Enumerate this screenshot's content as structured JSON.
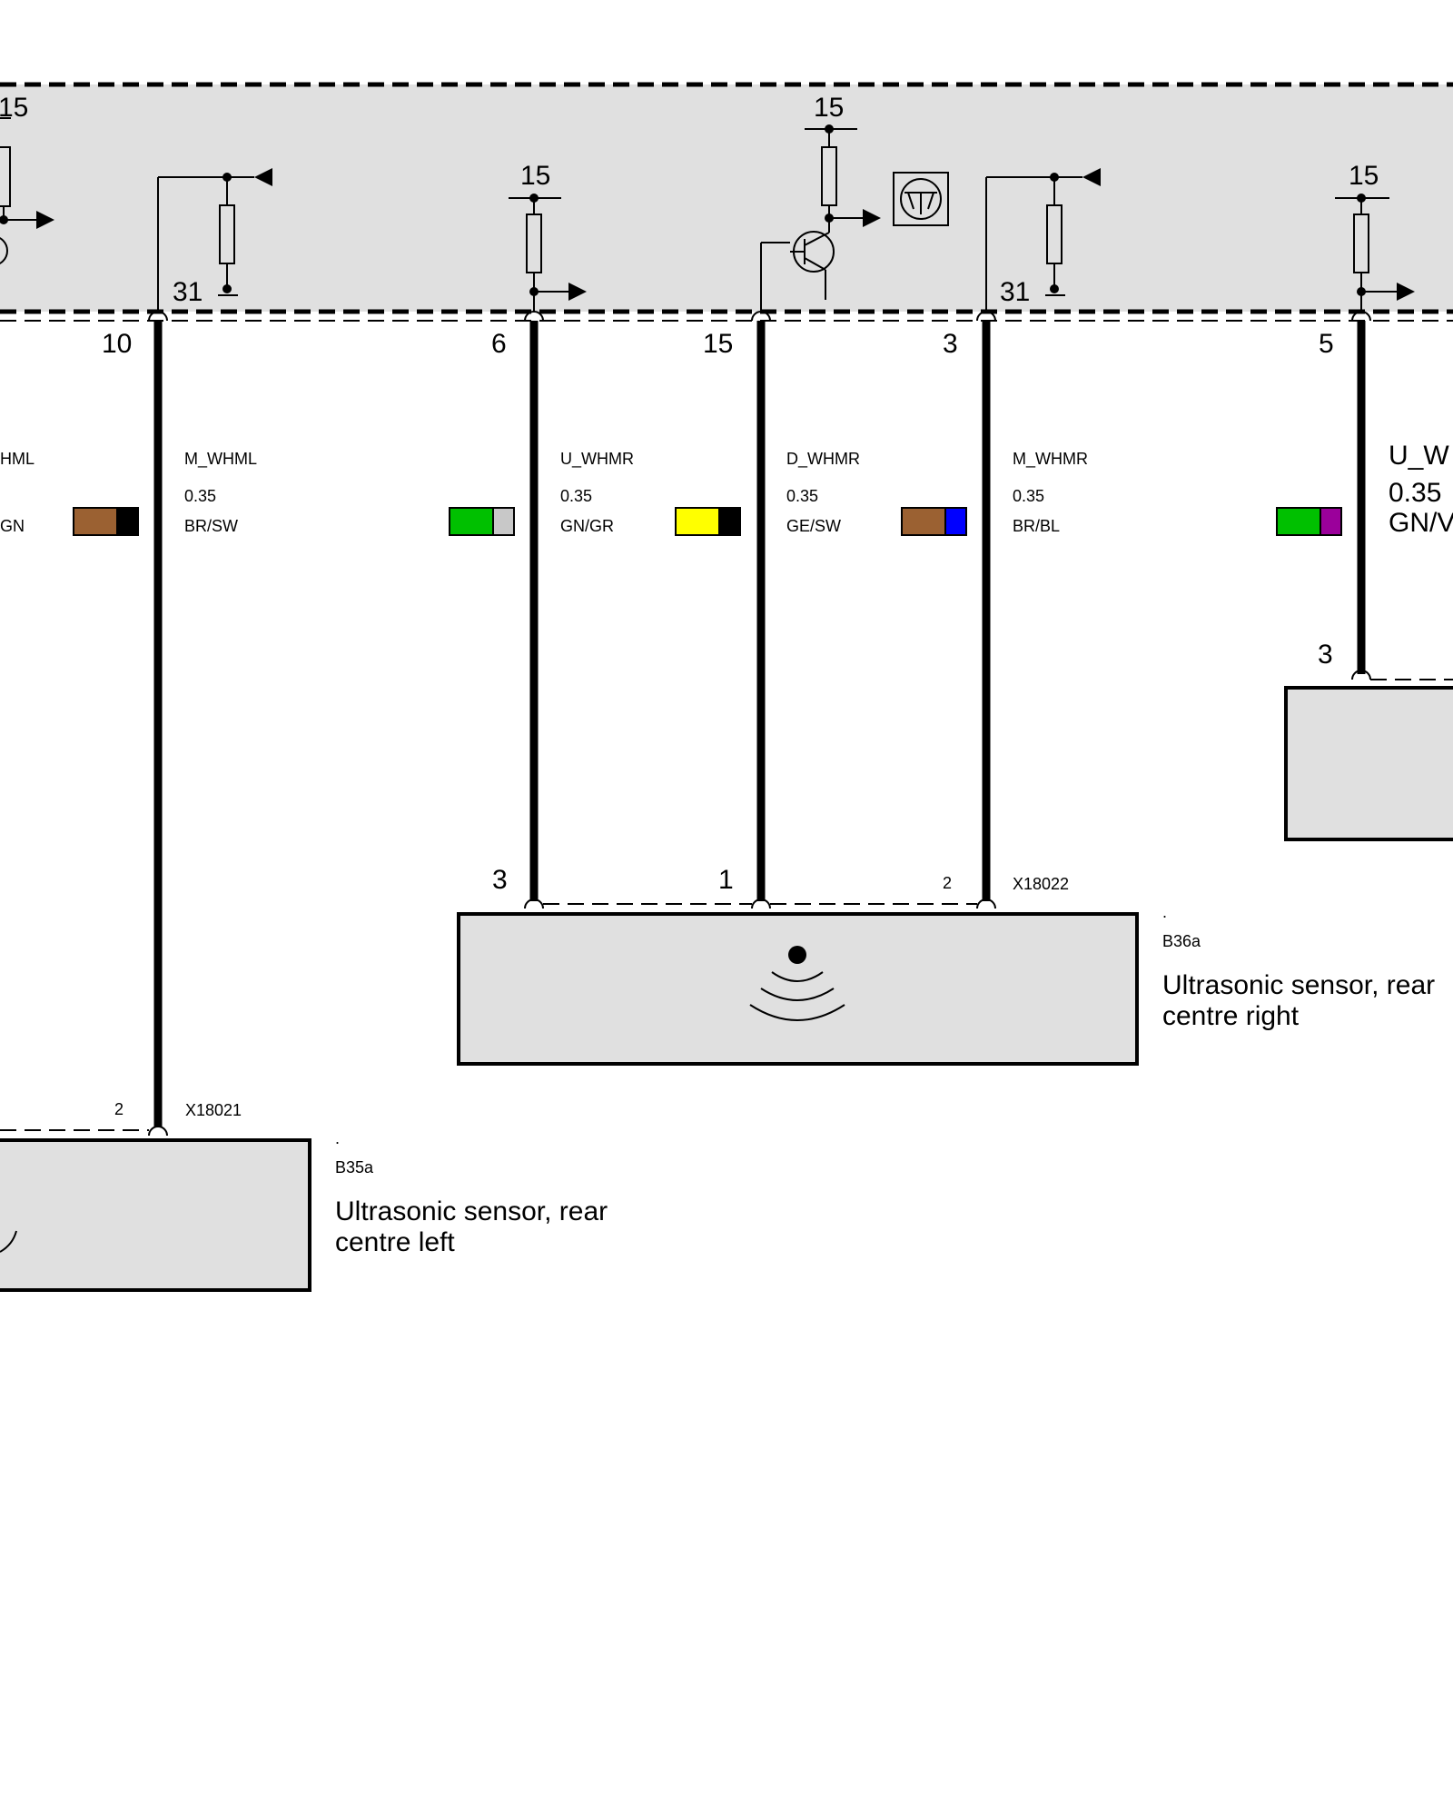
{
  "control_unit": {
    "fill": "#e0e0e0",
    "labels_15": [
      "15",
      "15",
      "15",
      "15"
    ],
    "labels_31": [
      "31",
      "31"
    ]
  },
  "wires": [
    {
      "id": "w1",
      "signal": "HML",
      "size": "",
      "color_code": "GN",
      "pin_top": "",
      "colors": []
    },
    {
      "id": "w2",
      "signal": "M_WHML",
      "size": "0.35",
      "color_code": "BR/SW",
      "pin_top": "10",
      "colors": [
        "#9b6132",
        "#000000"
      ]
    },
    {
      "id": "w3",
      "signal": "U_WHMR",
      "size": "0.35",
      "color_code": "GN/GR",
      "pin_top": "6",
      "colors": [
        "#00c000",
        "#c8c8c8"
      ]
    },
    {
      "id": "w4",
      "signal": "D_WHMR",
      "size": "0.35",
      "color_code": "GE/SW",
      "pin_top": "15",
      "colors": [
        "#ffff00",
        "#000000"
      ]
    },
    {
      "id": "w5",
      "signal": "M_WHMR",
      "size": "0.35",
      "color_code": "BR/BL",
      "pin_top": "3",
      "colors": [
        "#9b6132",
        "#0000ff"
      ]
    },
    {
      "id": "w6",
      "signal": "U_W",
      "size": "0.35",
      "color_code": "GN/V",
      "pin_top": "5",
      "colors": [
        "#00c000",
        "#9b009b"
      ]
    }
  ],
  "sensor_left": {
    "connector": "X18021",
    "pin": "2",
    "dot": ".",
    "id": "B35a",
    "name_line1": "Ultrasonic sensor, rear",
    "name_line2": "centre left"
  },
  "sensor_right": {
    "connector": "X18022",
    "pins": [
      "3",
      "1",
      "2"
    ],
    "dot": ".",
    "id": "B36a",
    "name_line1": "Ultrasonic sensor, rear",
    "name_line2": "centre right",
    "icon": "ultrasonic-wave-icon"
  },
  "sensor_far_right": {
    "pin": "3"
  },
  "component_icon": "transistor-symbol-icon"
}
